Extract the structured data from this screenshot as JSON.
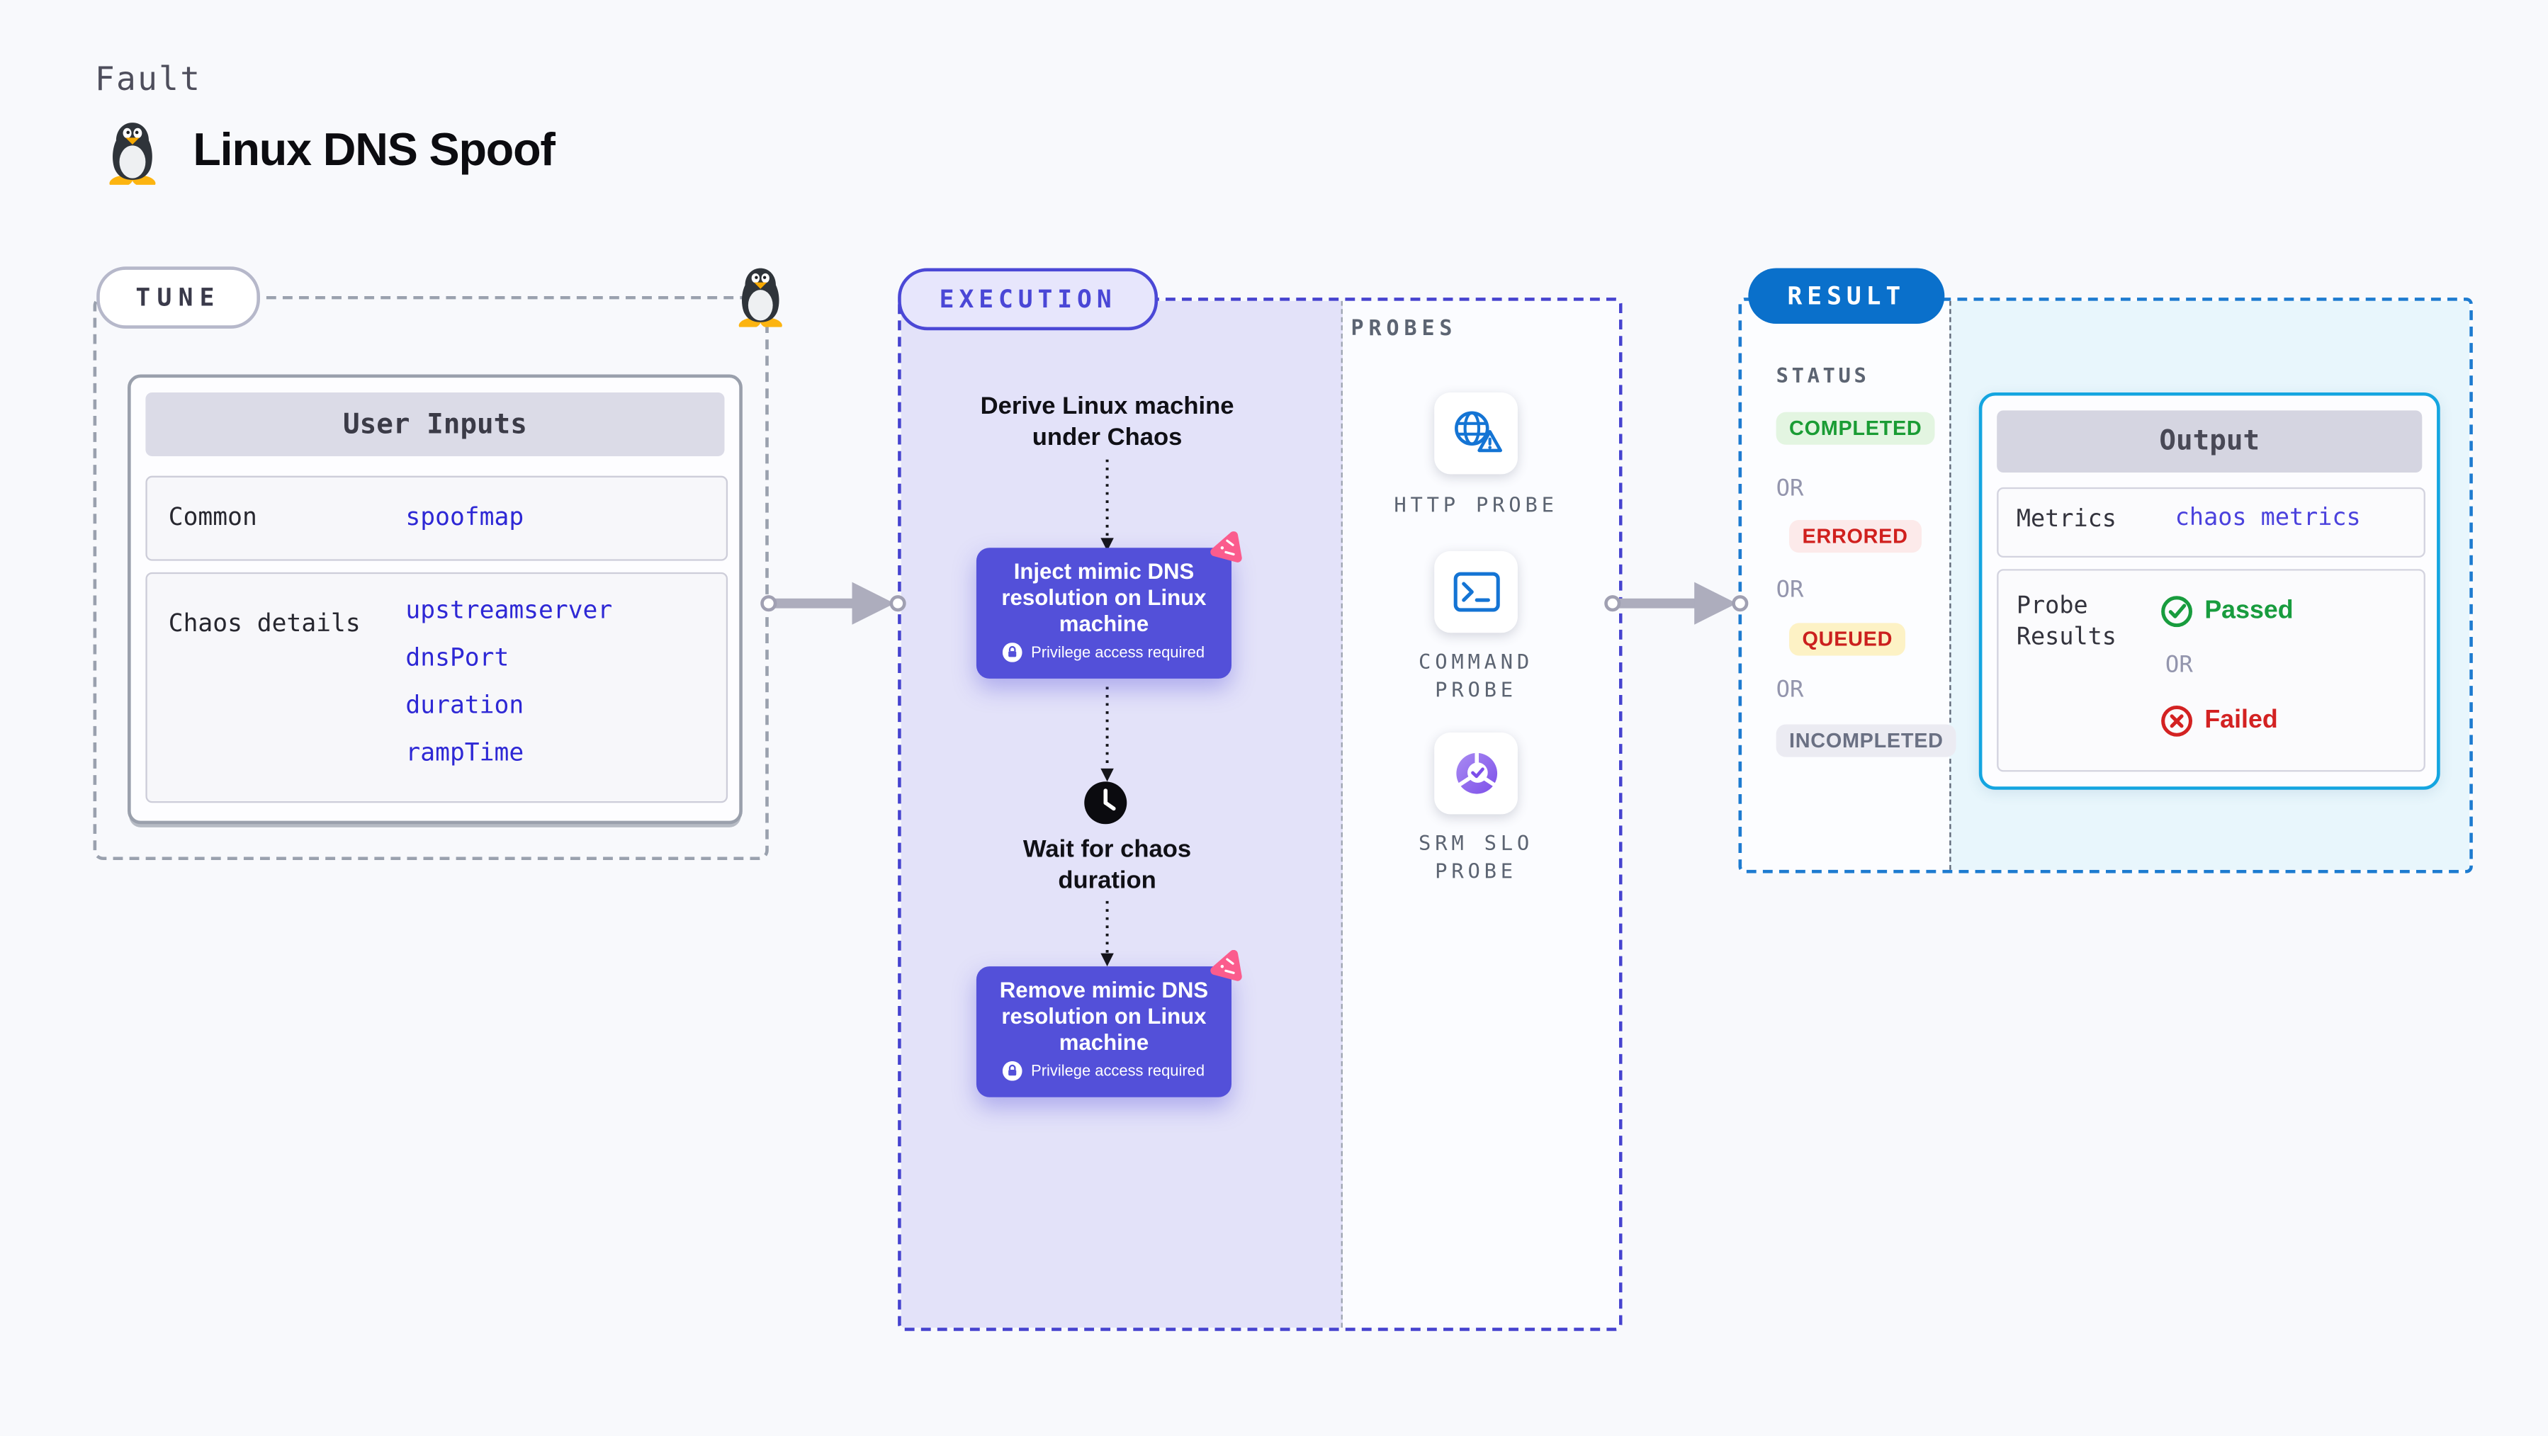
{
  "header": {
    "kicker": "Fault",
    "title": "Linux DNS Spoof",
    "title_icon": "tux-penguin-icon"
  },
  "tune": {
    "label": "TUNE",
    "corner_icon": "tux-penguin-icon",
    "card": {
      "title": "User Inputs",
      "rows": [
        {
          "label": "Common",
          "values": [
            "spoofmap"
          ]
        },
        {
          "label": "Chaos details",
          "values": [
            "upstreamserver",
            "dnsPort",
            "duration",
            "rampTime"
          ]
        }
      ]
    }
  },
  "execution": {
    "label": "EXECUTION",
    "flow": {
      "derive": "Derive Linux machine under Chaos",
      "inject": "Inject mimic DNS resolution on Linux machine",
      "privilege": "Privilege access required",
      "wait": "Wait for chaos duration",
      "remove": "Remove mimic DNS resolution on Linux machine"
    },
    "probes": {
      "heading": "PROBES",
      "items": [
        {
          "name": "http-probe",
          "icon": "globe-alert-icon",
          "lines": [
            "HTTP PROBE"
          ]
        },
        {
          "name": "command-probe",
          "icon": "terminal-icon",
          "lines": [
            "COMMAND",
            "PROBE"
          ]
        },
        {
          "name": "srm-slo-probe",
          "icon": "slo-gauge-icon",
          "lines": [
            "SRM SLO",
            "PROBE"
          ]
        }
      ]
    }
  },
  "result": {
    "label": "RESULT",
    "status_heading": "STATUS",
    "or_label": "OR",
    "statuses": [
      {
        "label": "COMPLETED",
        "bg": "#e3f5e1",
        "color": "#1a9c34"
      },
      {
        "label": "ERRORED",
        "bg": "#fceaea",
        "color": "#d0201e"
      },
      {
        "label": "QUEUED",
        "bg": "#fdf2c5",
        "color": "#cb201e"
      },
      {
        "label": "INCOMPLETED",
        "bg": "#ebebf2",
        "color": "#6a7083"
      }
    ],
    "output": {
      "title": "Output",
      "metrics_label": "Metrics",
      "metrics_value": "chaos metrics",
      "probe_results_lines": [
        "Probe",
        "Results"
      ],
      "passed_label": "Passed",
      "failed_label": "Failed"
    }
  },
  "colors": {
    "page_bg": "#f8f9fc",
    "tune_border": "#9aa1ae",
    "execution_accent": "#4b48d6",
    "execution_pane_bg": "#e3e2f9",
    "result_accent": "#0a70cb",
    "result_pane_bg": "#e8f6fc",
    "chaos_card_bg": "#5350d9",
    "chaos_badge_pink": "#fb5c8d",
    "value_blue": "#2e28d5",
    "metrics_value_blue": "#4b42dd",
    "passed_green": "#189c3e",
    "failed_red": "#d32222",
    "probe_icon_blue": "#1474d4",
    "slo_icon_purple": "#8a5cf0",
    "connector_gray": "#adadbd"
  }
}
